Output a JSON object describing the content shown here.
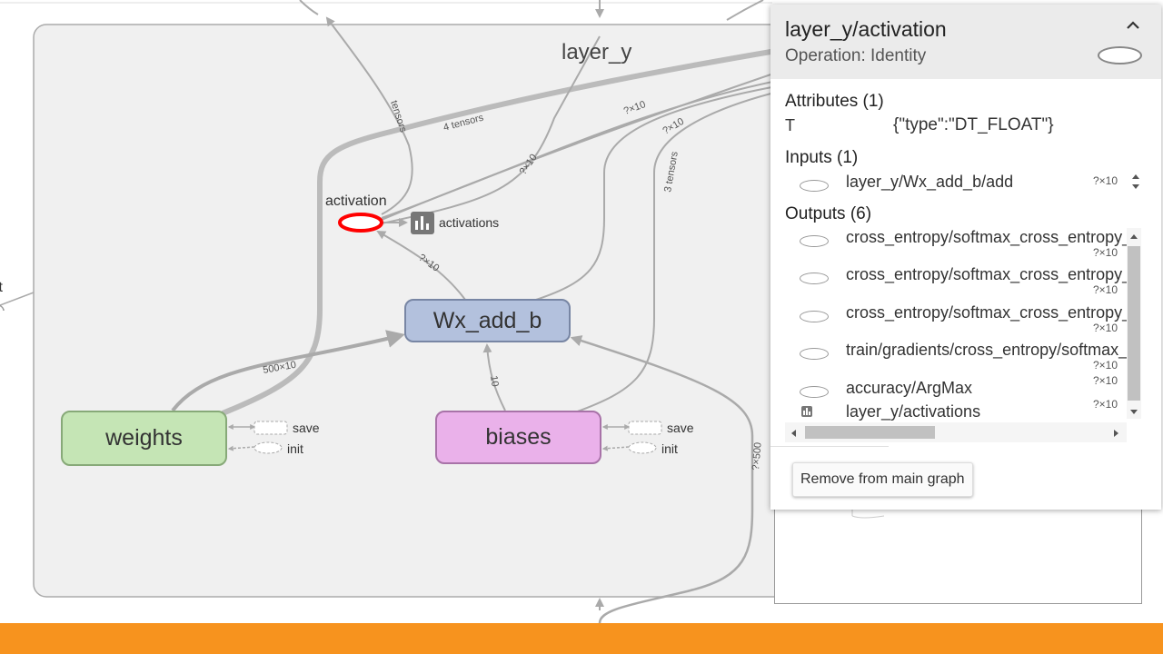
{
  "graph": {
    "group_label": "layer_y",
    "nodes": {
      "wx_add_b": "Wx_add_b",
      "weights": "weights",
      "biases": "biases",
      "activation": "activation",
      "activations": "activations",
      "offscreen_left": "ıt"
    },
    "aux": {
      "weights_save": "save",
      "weights_init": "init",
      "biases_save": "save",
      "biases_init": "init"
    },
    "edge_labels": {
      "tensors_top": "tensors",
      "four_tensors": "4 tensors",
      "q10_a": "?×10",
      "q10_b": "?×10",
      "q10_c": "?×10",
      "three_tensors": "3 tensors",
      "q10_activation": "?×10",
      "w_500x10": "500×10",
      "b_10": "10",
      "q500": "?×500"
    },
    "colors": {
      "weights_fill": "#c5e5b5",
      "biases_fill": "#eab1ea",
      "wx_fill": "#b3c1dd",
      "selected_ring": "#ff0000",
      "group_bg": "#f0f0f0"
    }
  },
  "panel": {
    "title": "layer_y/activation",
    "subtitle": "Operation: Identity",
    "collapse_icon": "chevron-up-icon",
    "attributes": {
      "title": "Attributes (1)",
      "key": "T",
      "value": "{\"type\":\"DT_FLOAT\"}"
    },
    "inputs": {
      "title": "Inputs (1)",
      "items": [
        {
          "name": "layer_y/Wx_add_b/add",
          "shape": "?×10"
        }
      ]
    },
    "outputs": {
      "title": "Outputs (6)",
      "items": [
        {
          "name": "cross_entropy/softmax_cross_entropy_with_logits",
          "shape": "?×10"
        },
        {
          "name": "cross_entropy/softmax_cross_entropy_with_logits",
          "shape": "?×10"
        },
        {
          "name": "cross_entropy/softmax_cross_entropy_with_logits",
          "shape": "?×10"
        },
        {
          "name": "train/gradients/cross_entropy/softmax_cross_entropy",
          "shape": "?×10"
        },
        {
          "name": "accuracy/ArgMax",
          "shape": "?×10"
        },
        {
          "name": "layer_y/activations",
          "shape": "?×10"
        }
      ]
    },
    "remove_button": "Remove from main graph"
  },
  "footer": {
    "color": "#f7931e"
  }
}
